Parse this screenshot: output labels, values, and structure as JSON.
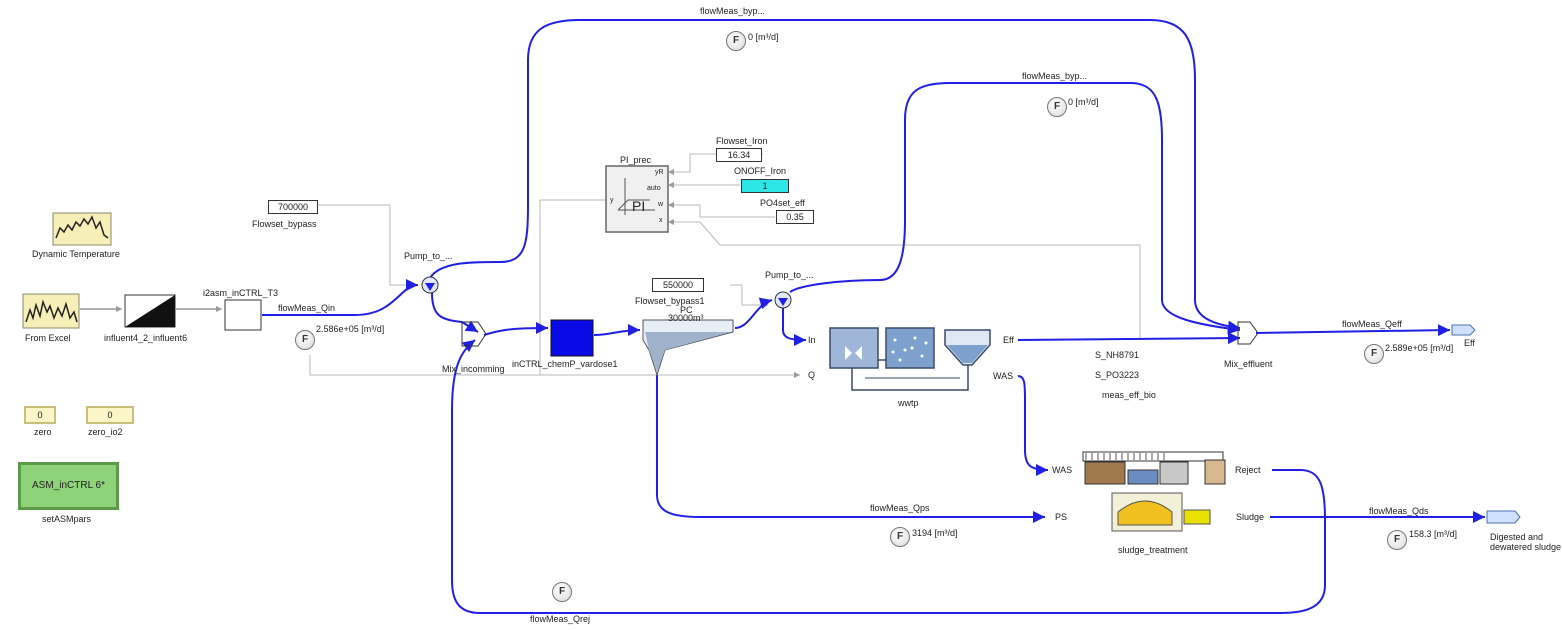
{
  "blocks": {
    "dynamic_temperature": "Dynamic Temperature",
    "from_excel": "From Excel",
    "influent_converter": "influent4_2_influent6",
    "i2asm": "i2asm_inCTRL_T3",
    "flowset_bypass_value": "700000",
    "flowset_bypass_label": "Flowset_bypass",
    "zero_value": "0",
    "zero_label": "zero",
    "zero_io2_value": "0",
    "zero_io2_label": "zero_io2",
    "setasmpars_text": "ASM_inCTRL 6*",
    "setasmpars_label": "setASMpars",
    "pump_top": "Pump_to_...",
    "mix_incoming": "Mix_incomming",
    "chem_dose": "inCTRL_chemP_vardose1",
    "pi_label": "PI_prec",
    "pi_text": "PI",
    "pi_ports": [
      "yR",
      "auto",
      "w",
      "x"
    ],
    "pi_y": "y",
    "flowset_iron_label": "Flowset_Iron",
    "flowset_iron_value": "16.34",
    "onoff_iron_label": "ONOFF_Iron",
    "onoff_iron_value": "1",
    "po4set_label": "PO4set_eff",
    "po4set_value": "0.35",
    "flowset_bypass1_value": "550000",
    "flowset_bypass1_label": "Flowset_bypass1",
    "pc_label": "PC",
    "pc_volume": "30000m³",
    "pump_mid": "Pump_to_...",
    "port_in": "In",
    "port_q": "Q",
    "port_eff": "Eff",
    "port_was_out": "WAS",
    "wwtp_label": "wwtp",
    "sensor_snh": "S_NH",
    "sensor_snh_val": "8791",
    "sensor_spo4": "S_PO",
    "sensor_spo4_val": "3223",
    "meas_eff_bio": "meas_eff_bio",
    "mix_effluent": "Mix_effluent",
    "sludge_port_was": "WAS",
    "sludge_port_ps": "PS",
    "sludge_port_reject": "Reject",
    "sludge_port_sludge": "Sludge",
    "sludge_label": "sludge_treatment",
    "eff_sink": "Eff",
    "digested_line1": "Digested and",
    "digested_line2": "dewatered sludge"
  },
  "meters": {
    "byp1_label": "flowMeas_byp...",
    "byp1_value": "0 [m³/d]",
    "byp2_label": "flowMeas_byp...",
    "byp2_value": "0 [m³/d]",
    "qin_label": "flowMeas_Qin",
    "qin_value": "2.586e+05 [m³/d]",
    "qeff_label": "flowMeas_Qeff",
    "qeff_value": "2.589e+05 [m³/d]",
    "qps_label": "flowMeas_Qps",
    "qps_value": "3194 [m³/d]",
    "qds_label": "flowMeas_Qds",
    "qds_value": "158.3 [m³/d]",
    "qrej_label": "flowMeas_Qrej",
    "letter": "F"
  },
  "colors": {
    "flow_line": "#1f1fe6",
    "signal_line": "#b8b8b8",
    "dose_block": "#0a0ae6",
    "onoff_fill": "#2ee6e6",
    "setasmpars_fill": "#8ed37a"
  }
}
